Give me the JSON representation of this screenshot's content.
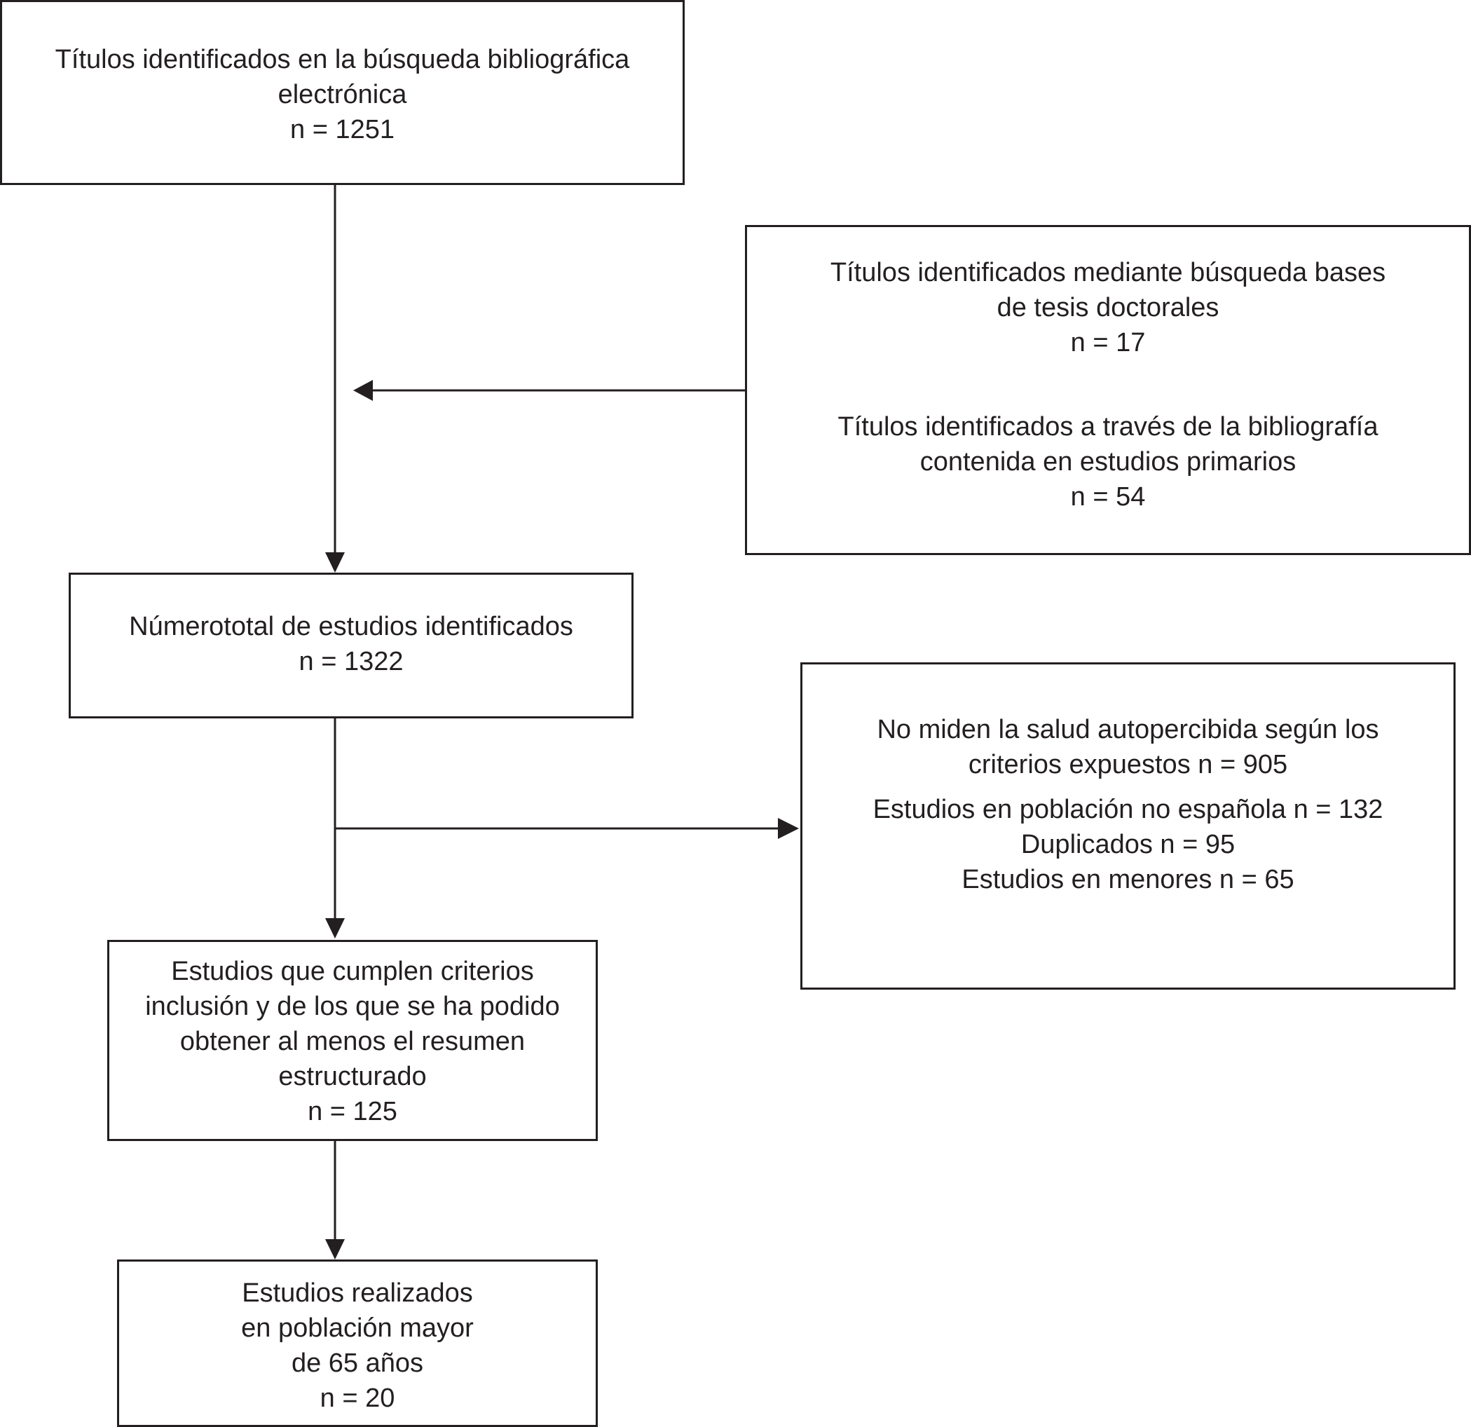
{
  "boxes": {
    "electronic_search": {
      "line1": "Títulos identificados en la búsqueda bibliográfica",
      "line2": "electrónica",
      "count": "n = 1251"
    },
    "additional_sources": {
      "thesis_line1": "Títulos identificados mediante búsqueda bases",
      "thesis_line2": "de tesis doctorales",
      "thesis_count": "n = 17",
      "primary_line1": "Títulos identificados a través de la bibliografía",
      "primary_line2": "contenida en estudios primarios",
      "primary_count": "n = 54"
    },
    "total_identified": {
      "line1": "Númerototal de estudios identificados",
      "count": "n = 1322"
    },
    "excluded": {
      "reason1_line1": "No miden la salud autopercibida según los",
      "reason1_line2": "criterios expuestos n = 905",
      "reason2": "Estudios en población no española n = 132",
      "reason3": "Duplicados n = 95",
      "reason4": "Estudios en menores n = 65"
    },
    "inclusion_criteria": {
      "line1": "Estudios que cumplen criterios",
      "line2": "inclusión y de los que se ha podido",
      "line3": "obtener al menos el resumen",
      "line4": "estructurado",
      "count": "n = 125"
    },
    "older_population": {
      "line1": "Estudios realizados",
      "line2": "en población mayor",
      "line3": "de 65 años",
      "count": "n = 20"
    }
  }
}
